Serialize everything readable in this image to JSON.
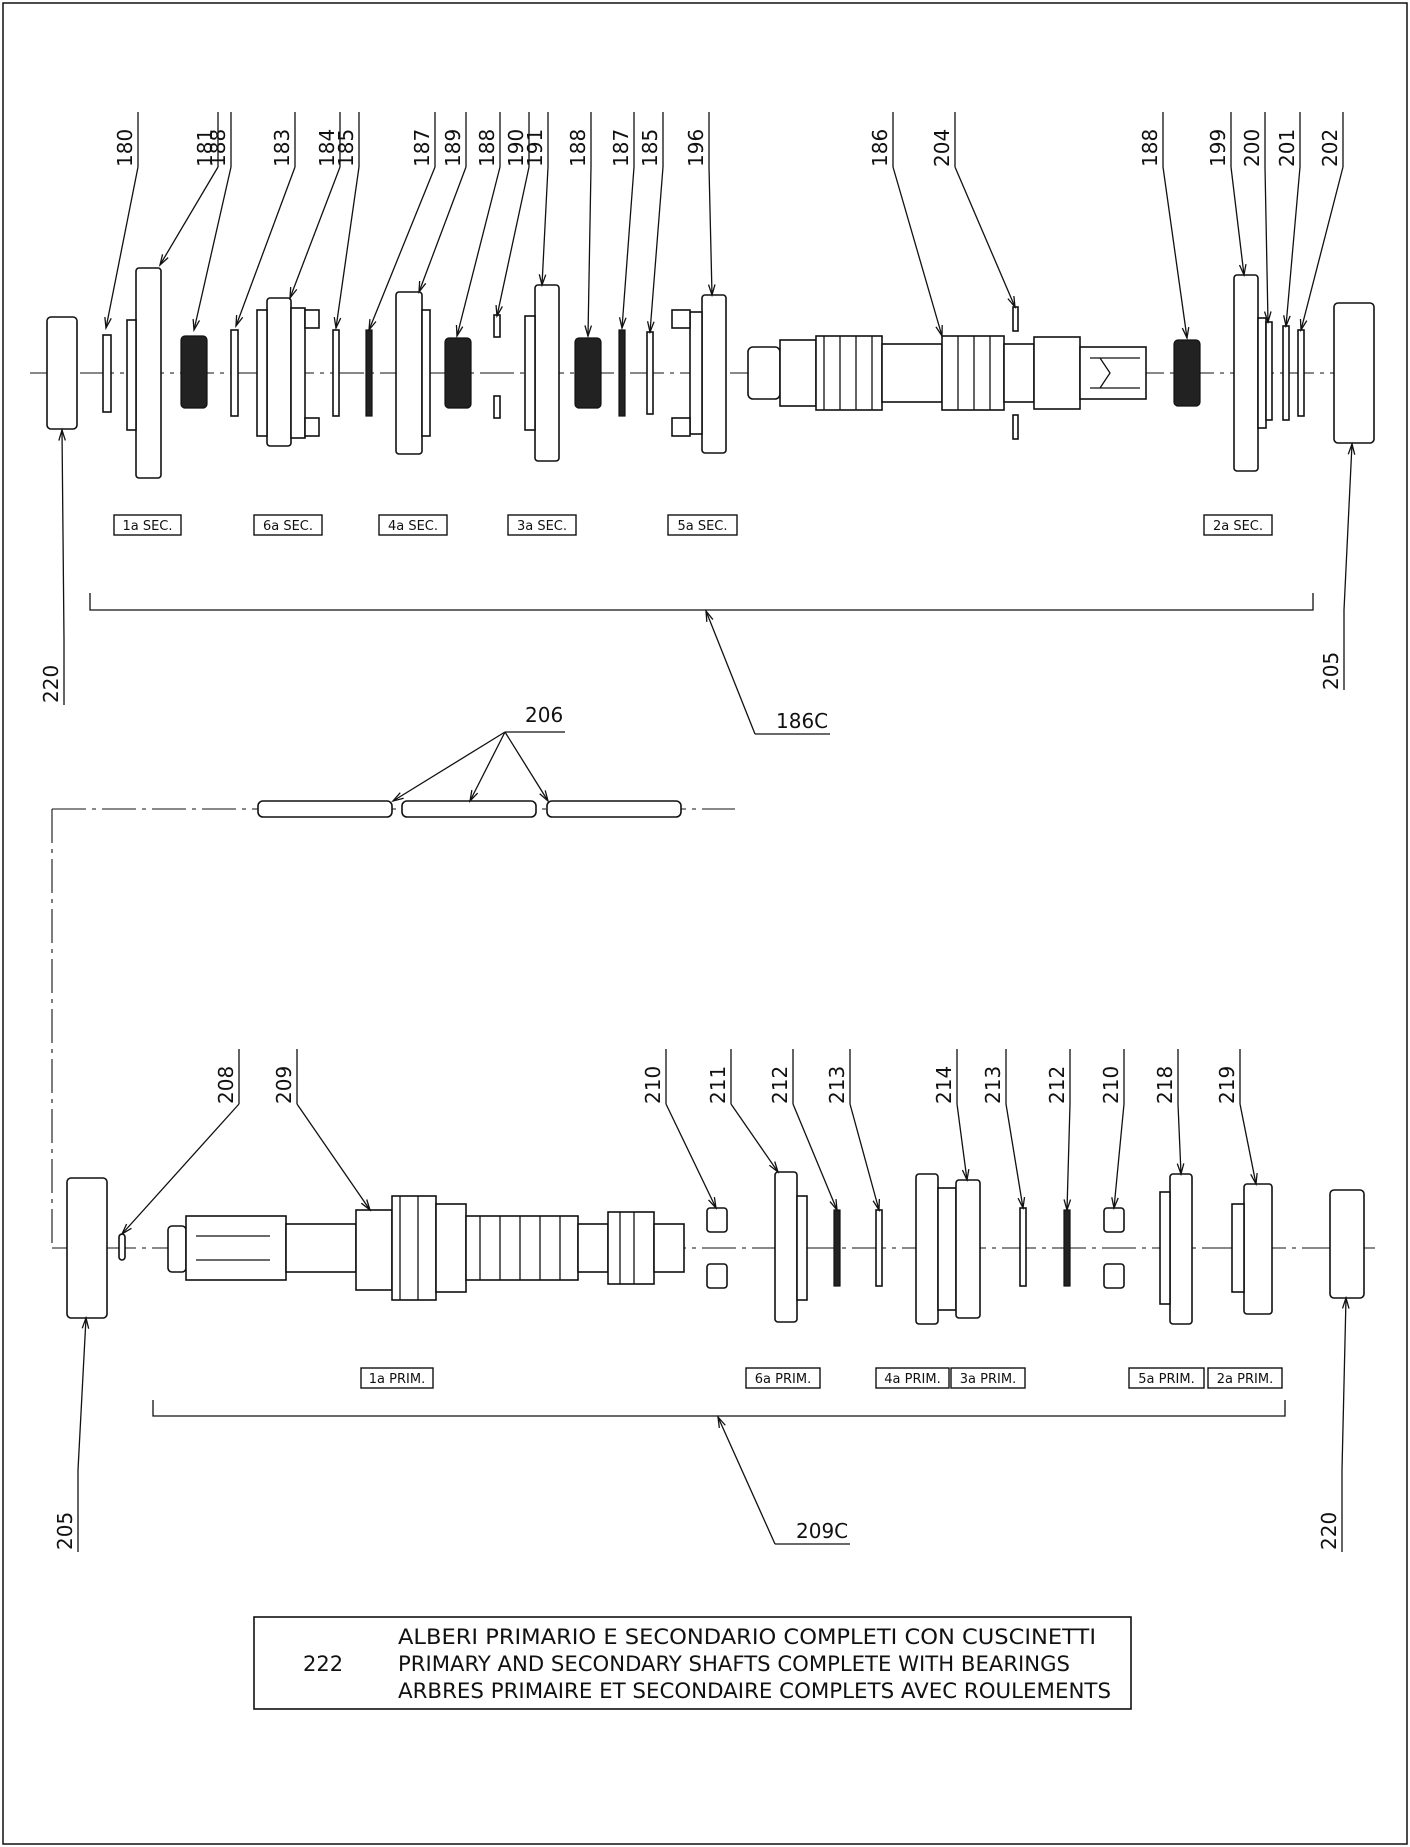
{
  "secondary": {
    "callouts": [
      "180",
      "181",
      "188",
      "183",
      "184",
      "185",
      "187",
      "189",
      "188",
      "190",
      "191",
      "188",
      "187",
      "185",
      "196",
      "186",
      "204",
      "188",
      "199",
      "200",
      "201",
      "202"
    ],
    "tags": [
      "1a SEC.",
      "6a SEC.",
      "4a SEC.",
      "3a SEC.",
      "5a SEC.",
      "2a SEC."
    ],
    "left_bearing": "220",
    "right_bearing": "205",
    "assembly": "186C"
  },
  "needles": {
    "label": "206"
  },
  "primary": {
    "callouts": [
      "208",
      "209",
      "210",
      "211",
      "212",
      "213",
      "214",
      "213",
      "212",
      "210",
      "218",
      "219"
    ],
    "tags": [
      "1a PRIM.",
      "6a PRIM.",
      "4a PRIM.",
      "3a PRIM.",
      "5a PRIM.",
      "2a PRIM."
    ],
    "left_bearing": "205",
    "right_bearing": "220",
    "assembly": "209C"
  },
  "note": {
    "number": "222",
    "line_it": "ALBERI PRIMARIO E SECONDARIO COMPLETI CON CUSCINETTI",
    "line_en": "PRIMARY AND SECONDARY SHAFTS COMPLETE WITH BEARINGS",
    "line_fr": "ARBRES PRIMAIRE ET SECONDAIRE COMPLETS AVEC ROULEMENTS"
  }
}
